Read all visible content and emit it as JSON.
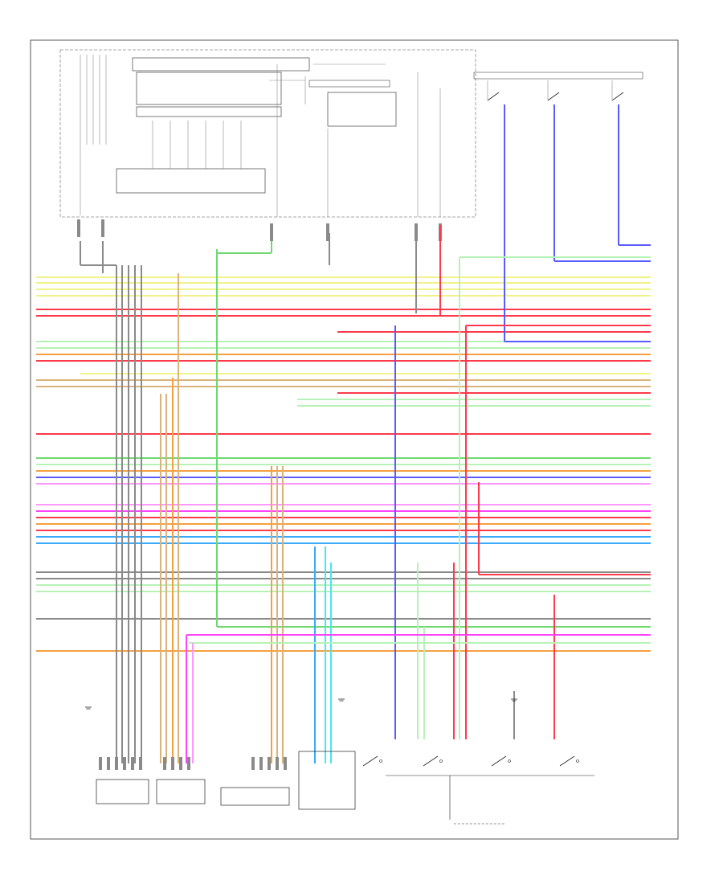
{
  "colors": {
    "frame": "#555555",
    "red": "#ff3a4a",
    "yellow": "#f2f28a",
    "green": "#6fd96f",
    "light_green": "#b6f2b6",
    "blue": "#5a5aff",
    "orange": "#f5a040",
    "tan": "#d9b37a",
    "magenta": "#ff44ff",
    "pink": "#ff99ff",
    "cyan": "#44e8f0",
    "light_blue": "#3aaaff",
    "gray": "#8a8a8a",
    "black": "#222222"
  },
  "icons": [
    "ground-symbol",
    "connector-pins",
    "switch-contact"
  ],
  "footer_code": ""
}
